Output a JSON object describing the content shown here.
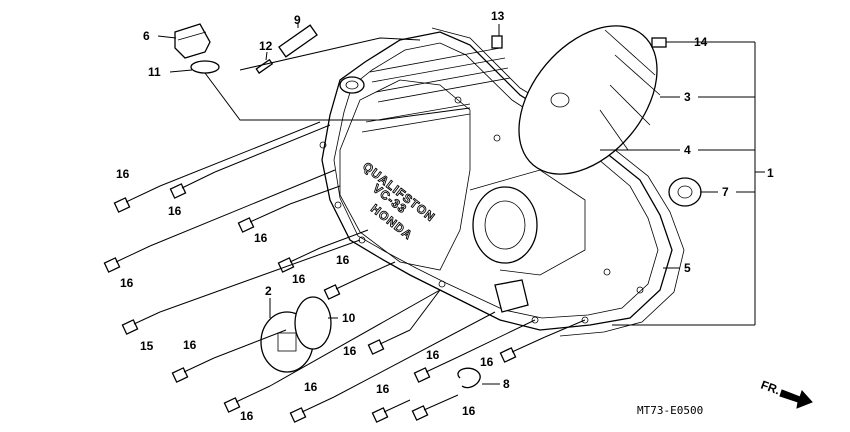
{
  "labels": {
    "l1": "1",
    "l2": "2",
    "l3": "3",
    "l4": "4",
    "l5": "5",
    "l6": "6",
    "l7": "7",
    "l8": "8",
    "l9": "9",
    "l10": "10",
    "l11": "11",
    "l12": "12",
    "l13": "13",
    "l14": "14",
    "l15": "15",
    "l16": "16"
  },
  "cover_text": {
    "line1": "QUALIFSTON",
    "line2": "VC-33",
    "line3": "HONDA"
  },
  "diagram_code": "MT73-E0500",
  "direction_label": "FR."
}
